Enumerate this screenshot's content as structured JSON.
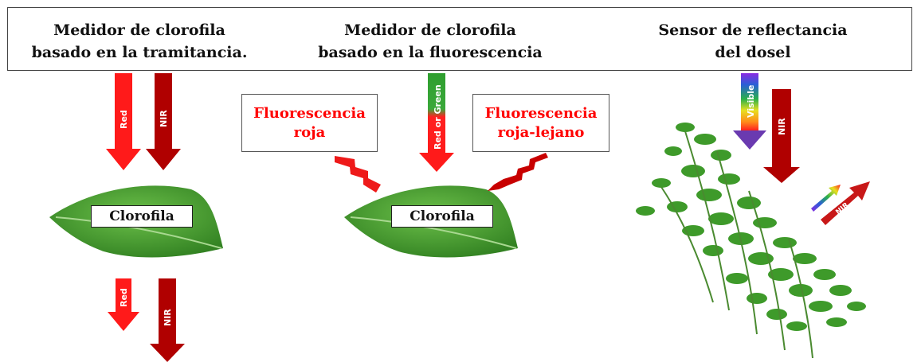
{
  "titles": {
    "transmittance": "Medidor de clorofila\nbasado en la tramitancia.",
    "fluorescence": "Medidor de clorofila\nbasado en la fluorescencia",
    "canopy": "Sensor de reflectancia\ndel dosel"
  },
  "leaf_label_left": "Clorofila",
  "leaf_label_mid": "Clorofila",
  "callouts": {
    "red_fluorescence": "Fluorescencia\nroja",
    "far_red_fluorescence": "Fluorescencia\nroja-lejano"
  },
  "arrow_labels": {
    "red": "Red",
    "nir": "NIR",
    "red_or_green": "Red or Green",
    "visible": "Visible"
  },
  "colors": {
    "red": "#ff1a1a",
    "dark_red": "#b00000",
    "leaf": "#3f9a2c",
    "leaf_dark": "#2b7a1c",
    "callout_text": "#ff0000"
  }
}
